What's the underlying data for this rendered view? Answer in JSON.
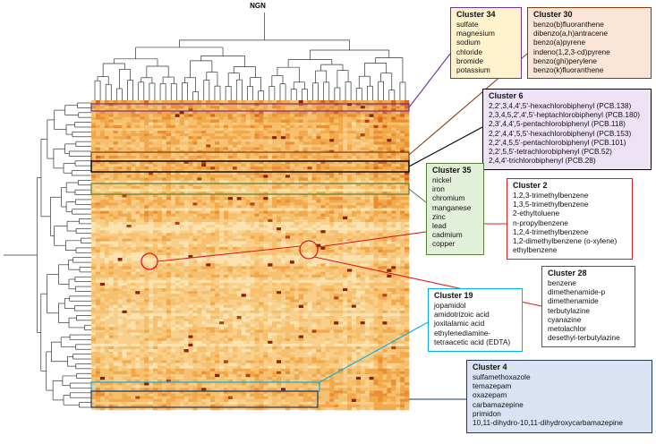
{
  "title": "NGN",
  "clusters": [
    {
      "id": "c34",
      "title": "Cluster 34",
      "color": "#7030a0",
      "fill": "#fff2cc",
      "members": [
        "sulfate",
        "magnesium",
        "sodium",
        "chloride",
        "bromide",
        "potassium"
      ]
    },
    {
      "id": "c30",
      "title": "Cluster 30",
      "color": "#843c0c",
      "fill": "#fbe5d6",
      "members": [
        "benzo(b)fluoranthene",
        "dibenzo(a,h)antracene",
        "benzo(a)pyrene",
        "indeno(1,2,3-cd)pyrene",
        "benzo(ghi)perylene",
        "benzo(k)fluoranthene"
      ]
    },
    {
      "id": "c6",
      "title": "Cluster 6",
      "color": "#000000",
      "fill": "#ede3f5",
      "members": [
        "2,2',3,4,4',5'-hexachlorobiphenyl (PCB.138)",
        "2,3,4,5,2',4',5'-heptachlorobiphenyl (PCB.180)",
        "2,3',4,4',5-pentachlorobiphenyl (PCB.118)",
        "2,2',4,4',5,5'-hexachlorobiphenyl (PCB.153)",
        "2,2',4,5,5'-pentachlorobiphenyl (PCB.101)",
        "2,2',5,5'-tetrachlorobiphenyl (PCB.52)",
        "2,4,4'-trichlorobiphenyl (PCB.28)"
      ]
    },
    {
      "id": "c35",
      "title": "Cluster 35",
      "color": "#548235",
      "fill": "#e2f0d9",
      "members": [
        "nickel",
        "iron",
        "chromium",
        "manganese",
        "zinc",
        "lead",
        "cadmium",
        "copper"
      ]
    },
    {
      "id": "c2",
      "title": "Cluster 2",
      "color": "#e01b1b",
      "fill": "#ffffff",
      "members": [
        "1,2,3-trimethylbenzene",
        "1,3,5-trimethylbenzene",
        "2-ethyltoluene",
        "n-propylbenzene",
        "1,2,4-trimethylbenzene",
        "1,2-dimethylbenzene (o-xylene)",
        "ethylbenzene"
      ]
    },
    {
      "id": "c28",
      "title": "Cluster 28",
      "color": "#e01b1b",
      "fill": "#ffffff",
      "members": [
        "benzene",
        "dimethenamide-p",
        "dimethenamide",
        "terbutylazine",
        "cyanazine",
        "metolachlor",
        "desethyl-terbutylazine"
      ]
    },
    {
      "id": "c19",
      "title": "Cluster 19",
      "color": "#00b0f0",
      "fill": "#ffffff",
      "members": [
        "jopamidol",
        "amidotrizoic acid",
        "joxitalamic acid",
        "ethylenediamine-",
        "tetraacetic acid (EDTA)"
      ]
    },
    {
      "id": "c4",
      "title": "Cluster 4",
      "color": "#1f3864",
      "fill": "#dae3f3",
      "members": [
        "sulfamethoxazole",
        "temazepam",
        "oxazepam",
        "carbamazepine",
        "primidon",
        "10,11-dihydro-10,11-dihydroxycarbamazepine"
      ]
    }
  ]
}
